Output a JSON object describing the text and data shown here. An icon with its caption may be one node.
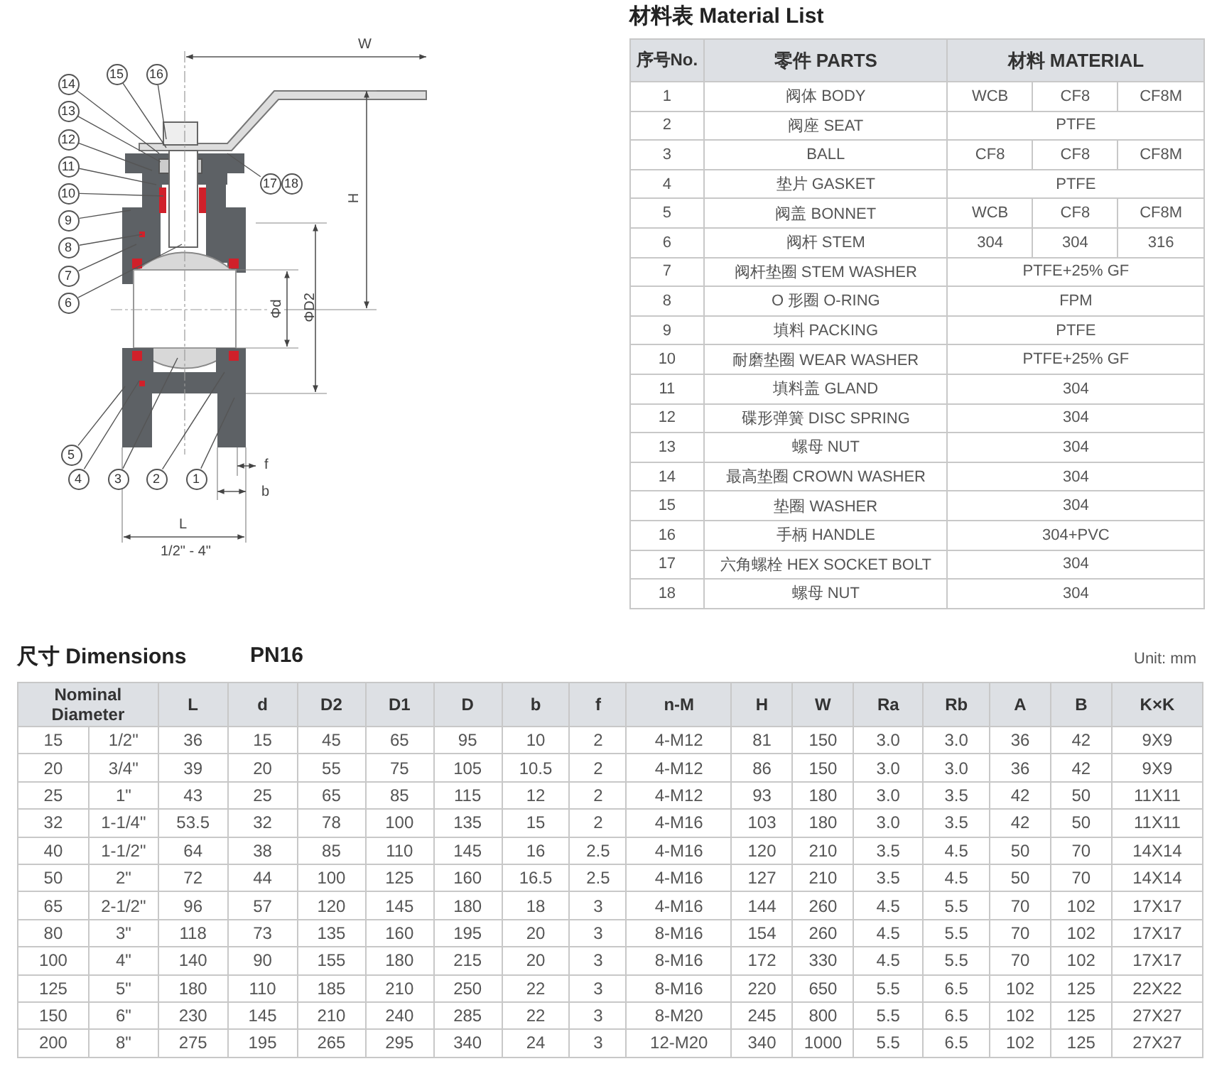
{
  "diagram": {
    "nodes": [
      {
        "text": [
          "15"
        ]
      },
      {
        "text": [
          "16"
        ]
      },
      {
        "text": [
          "14"
        ]
      },
      {
        "text": [
          "13"
        ]
      },
      {
        "text": [
          "12"
        ]
      },
      {
        "text": [
          "11"
        ]
      },
      {
        "text": [
          "10"
        ]
      },
      {
        "text": [
          "17"
        ]
      },
      {
        "text": [
          "18"
        ]
      },
      {
        "text": [
          "9"
        ]
      },
      {
        "text": [
          "8"
        ]
      },
      {
        "text": [
          "7"
        ]
      },
      {
        "text": [
          "6"
        ]
      },
      {
        "text": [
          "5"
        ]
      },
      {
        "text": [
          "4"
        ]
      },
      {
        "text": [
          "3"
        ]
      },
      {
        "text": [
          "2"
        ]
      },
      {
        "text": [
          "1"
        ]
      }
    ],
    "edges": [
      {
        "from": 0,
        "to": null,
        "arrow": "none"
      },
      {
        "from": 1,
        "to": null,
        "arrow": "none"
      },
      {
        "from": 2,
        "to": null,
        "arrow": "none"
      },
      {
        "from": 3,
        "to": null,
        "arrow": "none"
      },
      {
        "from": 4,
        "to": null,
        "arrow": "none"
      },
      {
        "from": 5,
        "to": null,
        "arrow": "none"
      },
      {
        "from": 6,
        "to": null,
        "arrow": "none"
      },
      {
        "from": 7,
        "to": null,
        "arrow": "none"
      },
      {
        "from": 9,
        "to": null,
        "arrow": "none"
      },
      {
        "from": 10,
        "to": null,
        "arrow": "none"
      },
      {
        "from": 11,
        "to": null,
        "arrow": "none"
      },
      {
        "from": 12,
        "to": null,
        "arrow": "none"
      },
      {
        "from": 13,
        "to": null,
        "arrow": "none"
      },
      {
        "from": 14,
        "to": null,
        "arrow": "none"
      },
      {
        "from": 15,
        "to": null,
        "arrow": "none"
      },
      {
        "from": 16,
        "to": null,
        "arrow": "none"
      },
      {
        "from": 17,
        "to": null,
        "arrow": "none"
      }
    ],
    "labels": [
      "W",
      "H",
      "Φd",
      "ΦD2",
      "f",
      "b",
      "L",
      "1/2\" - 4\"",
      "材料表 Material List",
      "序号No.",
      "零件 PARTS",
      "材料 MATERIAL",
      "1",
      "阀体 BODY",
      "WCB",
      "CF8",
      "CF8M",
      "2",
      "阀座 SEAT",
      "PTFE",
      "3",
      "BALL",
      "CF8",
      "CF8",
      "CF8M",
      "4",
      "垫片 GASKET",
      "PTFE",
      "5",
      "阀盖 BONNET",
      "WCB",
      "CF8",
      "CF8M",
      "6",
      "阀杆 STEM",
      "304",
      "304",
      "316",
      "7",
      "阀杆垫圈 STEM WASHER",
      "PTFE+25% GF",
      "8",
      "O 形圈 O-RING",
      "FPM",
      "9",
      "填料 PACKING",
      "PTFE",
      "10",
      "耐磨垫圈 WEAR WASHER",
      "PTFE+25% GF",
      "11",
      "填料盖 GLAND",
      "304",
      "12",
      "碟形弹簧 DISC SPRING",
      "304",
      "13",
      "螺母 NUT",
      "304",
      "14",
      "最高垫圈 CROWN WASHER",
      "304",
      "15",
      "垫圈 WASHER",
      "304",
      "16",
      "手柄 HANDLE",
      "304+PVC",
      "17",
      "六角螺栓 HEX SOCKET BOLT",
      "304",
      "18",
      "螺母 NUT",
      "304",
      "尺寸 Dimensions",
      "PN16",
      "Unit: mm",
      "Nominal Diameter",
      "L",
      "d",
      "D2",
      "D1",
      "D",
      "b",
      "f",
      "n-M",
      "H",
      "W",
      "Ra",
      "Rb",
      "A",
      "B",
      "K×K",
      "15",
      "1/2\"",
      "36",
      "15",
      "45",
      "65",
      "95",
      "10",
      "2",
      "4-M12",
      "81",
      "150",
      "3.0",
      "3.0",
      "36",
      "42",
      "9X9",
      "20",
      "3/4\"",
      "39",
      "20",
      "55",
      "75",
      "105",
      "10.5",
      "2",
      "4-M12",
      "86",
      "150",
      "3.0",
      "3.0",
      "36",
      "42",
      "9X9",
      "25",
      "1\"",
      "43",
      "25",
      "65",
      "85",
      "115",
      "12",
      "2",
      "4-M12",
      "93",
      "180",
      "3.0",
      "3.5",
      "42",
      "50",
      "11X11",
      "32",
      "1-1/4\"",
      "53.5",
      "32",
      "78",
      "100",
      "135",
      "15",
      "2",
      "4-M16",
      "103",
      "180",
      "3.0",
      "3.5",
      "42",
      "50",
      "11X11",
      "40",
      "1-1/2\"",
      "64",
      "38",
      "85",
      "110",
      "145",
      "16",
      "2.5",
      "4-M16",
      "120",
      "210",
      "3.5",
      "4.5",
      "50",
      "70",
      "14X14",
      "50",
      "2\"",
      "72",
      "44",
      "100",
      "125",
      "160",
      "16.5",
      "2.5",
      "4-M16",
      "127",
      "210",
      "3.5",
      "4.5",
      "50",
      "70",
      "14X14",
      "65",
      "2-1/2\"",
      "96",
      "57",
      "120",
      "145",
      "180",
      "18",
      "3",
      "4-M16",
      "144",
      "260",
      "4.5",
      "5.5",
      "70",
      "102",
      "17X17",
      "80",
      "3\"",
      "118",
      "73",
      "135",
      "160",
      "195",
      "20",
      "3",
      "8-M16",
      "154",
      "260",
      "4.5",
      "5.5",
      "70",
      "102",
      "17X17",
      "100",
      "4\"",
      "140",
      "90",
      "155",
      "180",
      "215",
      "20",
      "3",
      "8-M16",
      "172",
      "330",
      "4.5",
      "5.5",
      "70",
      "102",
      "17X17",
      "125",
      "5\"",
      "180",
      "110",
      "185",
      "210",
      "250",
      "22",
      "3",
      "8-M16",
      "220",
      "650",
      "5.5",
      "6.5",
      "102",
      "125",
      "22X22",
      "150",
      "6\"",
      "230",
      "145",
      "210",
      "240",
      "285",
      "22",
      "3",
      "8-M20",
      "245",
      "800",
      "5.5",
      "6.5",
      "102",
      "125",
      "27X27",
      "200",
      "8\"",
      "275",
      "195",
      "265",
      "295",
      "340",
      "24",
      "3",
      "12-M20",
      "340",
      "1000",
      "5.5",
      "6.5",
      "102",
      "125",
      "27X27"
    ]
  }
}
